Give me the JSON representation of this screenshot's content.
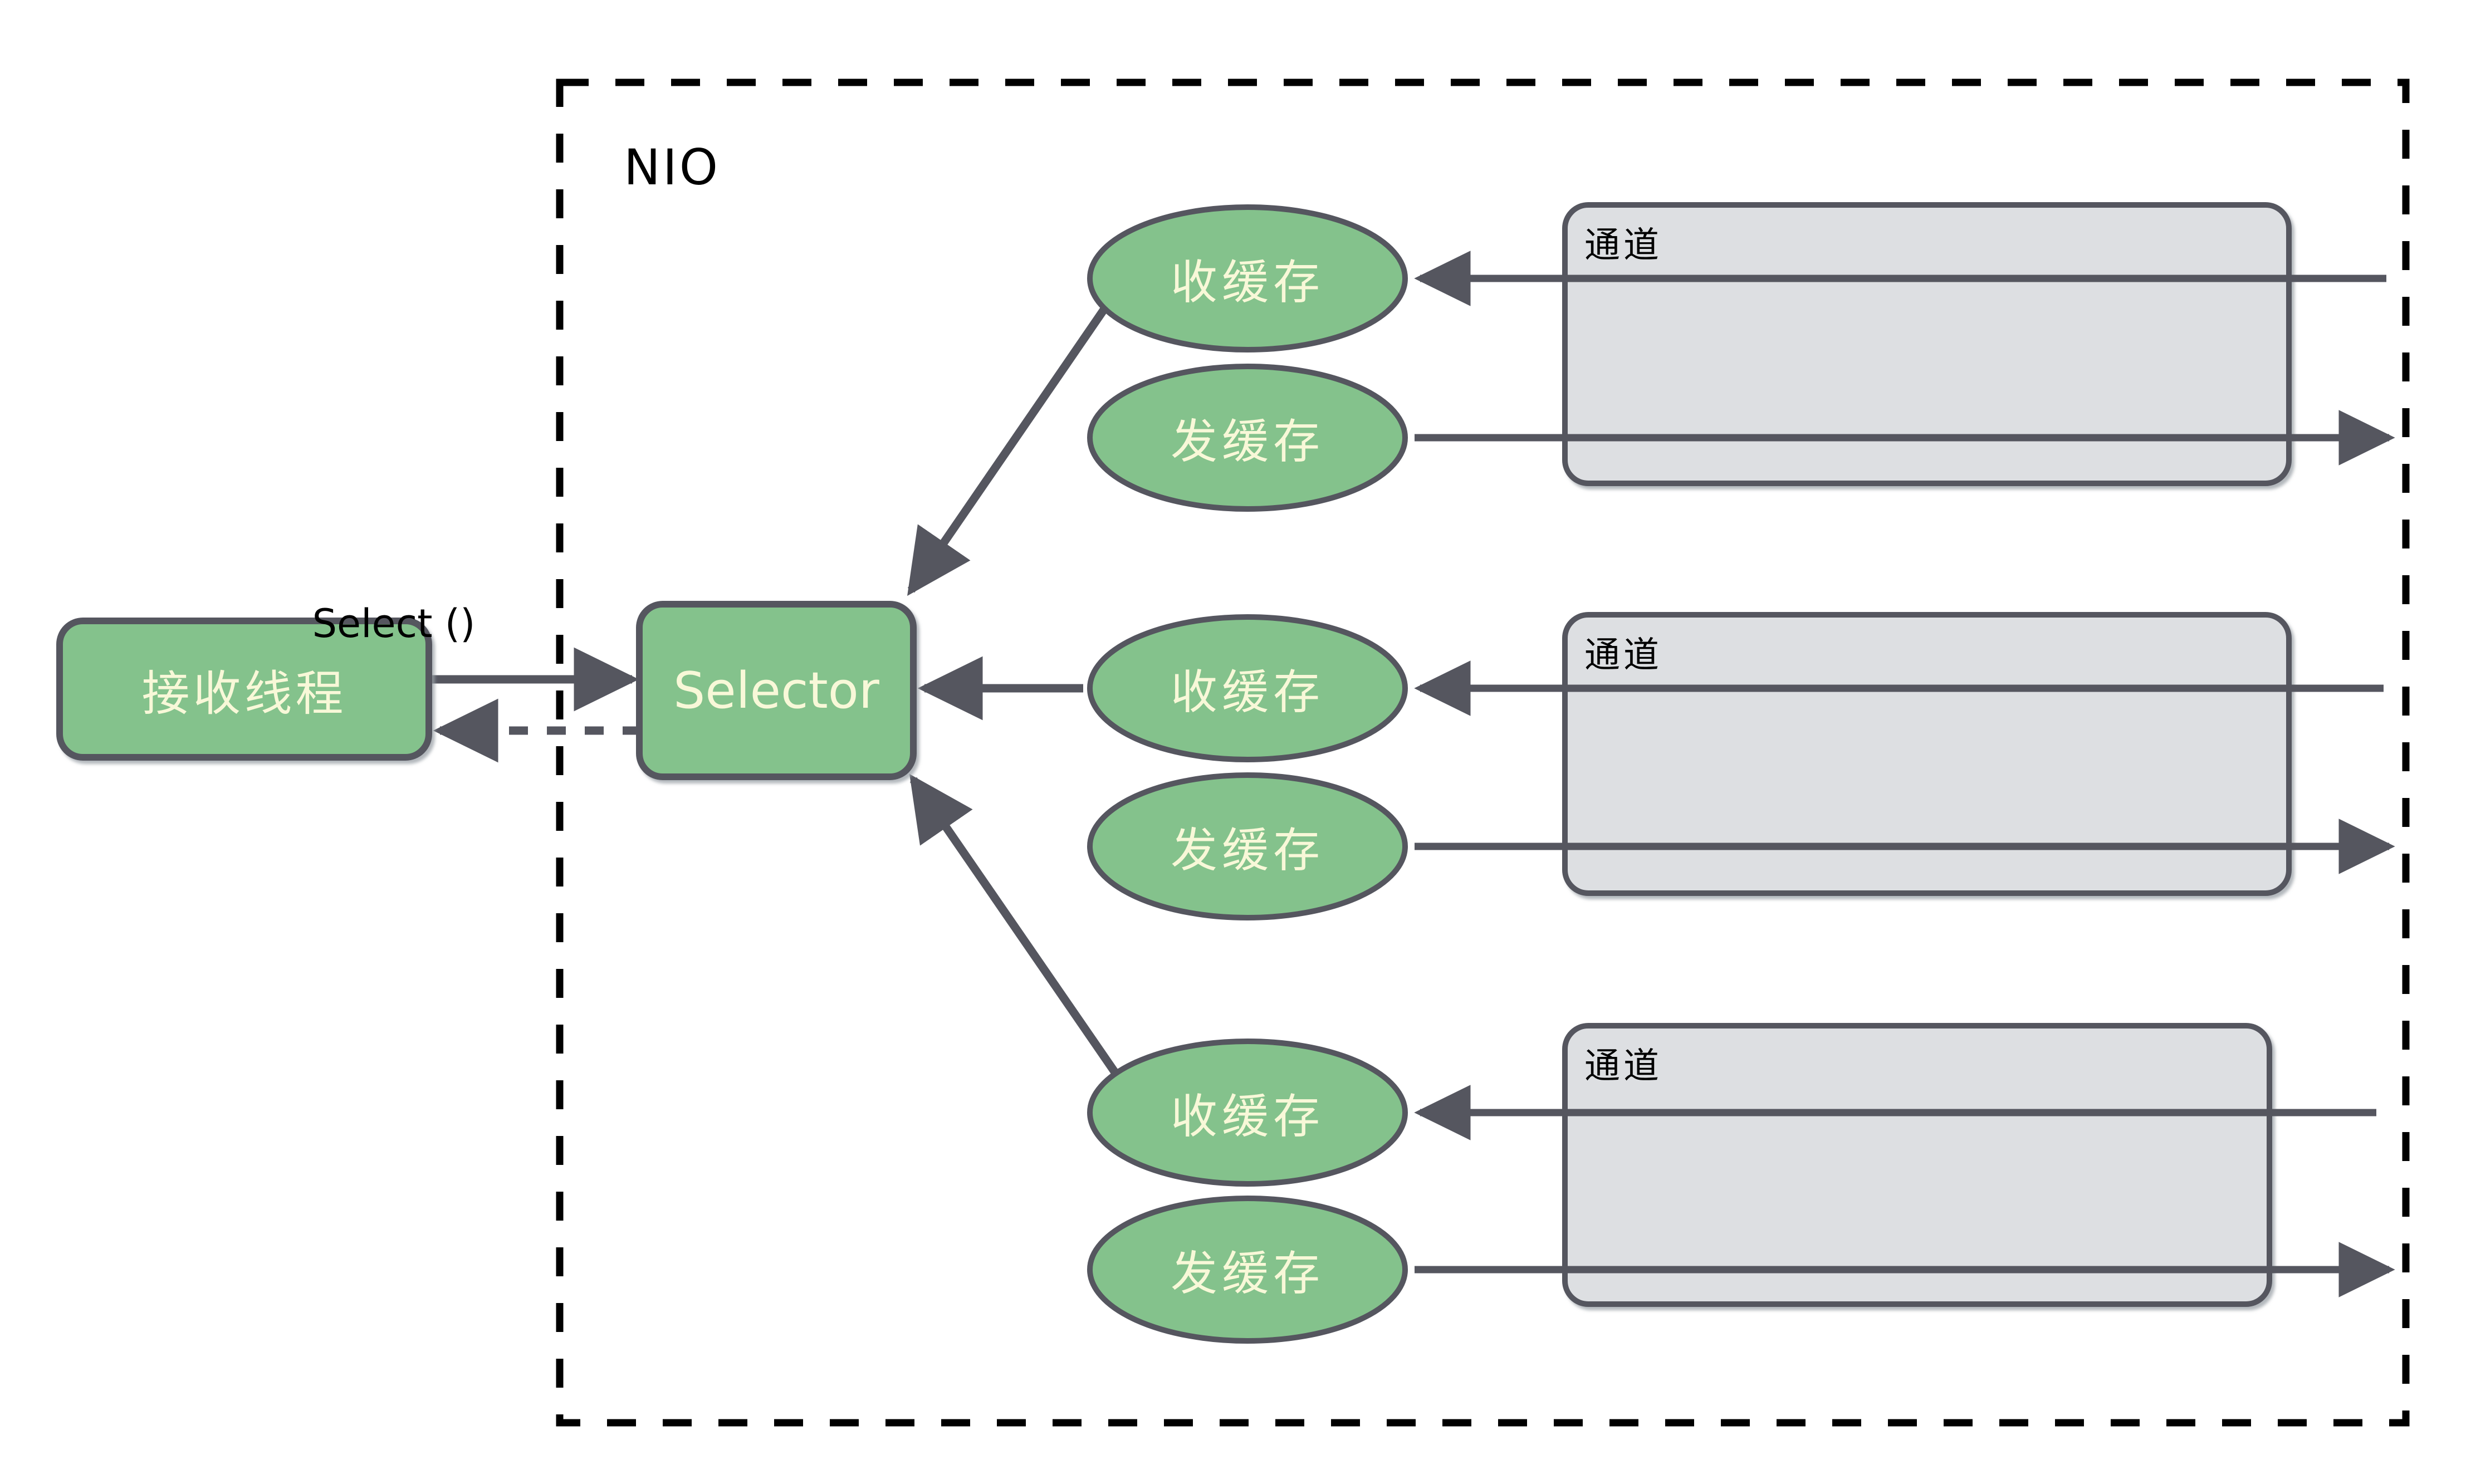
{
  "diagram": {
    "title": "NIO",
    "boundary_label": "NIO",
    "colors": {
      "node_fill": "#84c28c",
      "node_stroke": "#55565f",
      "node_text": "#f8f8d8",
      "channel_fill": "#dddfe2",
      "channel_stroke": "#55565f",
      "edge": "#55565f",
      "boundary": "#000000",
      "background": "#ffffff"
    },
    "nodes": {
      "receive_thread": {
        "label": "接收线程",
        "shape": "rounded-rect"
      },
      "selector": {
        "label": "Selector",
        "shape": "rounded-rect"
      },
      "recv_buffer_1": {
        "label": "收缓存",
        "shape": "ellipse"
      },
      "send_buffer_1": {
        "label": "发缓存",
        "shape": "ellipse"
      },
      "recv_buffer_2": {
        "label": "收缓存",
        "shape": "ellipse"
      },
      "send_buffer_2": {
        "label": "发缓存",
        "shape": "ellipse"
      },
      "recv_buffer_3": {
        "label": "收缓存",
        "shape": "ellipse"
      },
      "send_buffer_3": {
        "label": "发缓存",
        "shape": "ellipse"
      },
      "channel_1": {
        "label": "通道",
        "shape": "rounded-rect"
      },
      "channel_2": {
        "label": "通道",
        "shape": "rounded-rect"
      },
      "channel_3": {
        "label": "通道",
        "shape": "rounded-rect"
      }
    },
    "edges": [
      {
        "name": "select-call",
        "label": "Select ()",
        "from": "接收线程",
        "to": "Selector",
        "style": "solid",
        "arrow": "end"
      },
      {
        "name": "select-return",
        "label": "",
        "from": "Selector",
        "to": "接收线程",
        "style": "dashed",
        "arrow": "end"
      },
      {
        "name": "selector-to-recv-1",
        "label": "",
        "from": "收缓存",
        "to": "Selector",
        "style": "solid",
        "arrow": "end"
      },
      {
        "name": "recv-2-to-selector",
        "label": "",
        "from": "收缓存",
        "to": "Selector",
        "style": "solid",
        "arrow": "end"
      },
      {
        "name": "recv-3-to-selector",
        "label": "",
        "from": "收缓存",
        "to": "Selector",
        "style": "solid",
        "arrow": "end"
      },
      {
        "name": "channel-1-in",
        "label": "",
        "from": "通道",
        "to": "收缓存",
        "style": "solid",
        "arrow": "end"
      },
      {
        "name": "channel-1-out",
        "label": "",
        "from": "发缓存",
        "to": "通道",
        "style": "solid",
        "arrow": "end"
      },
      {
        "name": "channel-2-in",
        "label": "",
        "from": "通道",
        "to": "收缓存",
        "style": "solid",
        "arrow": "end"
      },
      {
        "name": "channel-2-out",
        "label": "",
        "from": "发缓存",
        "to": "通道",
        "style": "solid",
        "arrow": "end"
      },
      {
        "name": "channel-3-in",
        "label": "",
        "from": "通道",
        "to": "收缓存",
        "style": "solid",
        "arrow": "end"
      },
      {
        "name": "channel-3-out",
        "label": "",
        "from": "发缓存",
        "to": "通道",
        "style": "solid",
        "arrow": "end"
      }
    ]
  }
}
